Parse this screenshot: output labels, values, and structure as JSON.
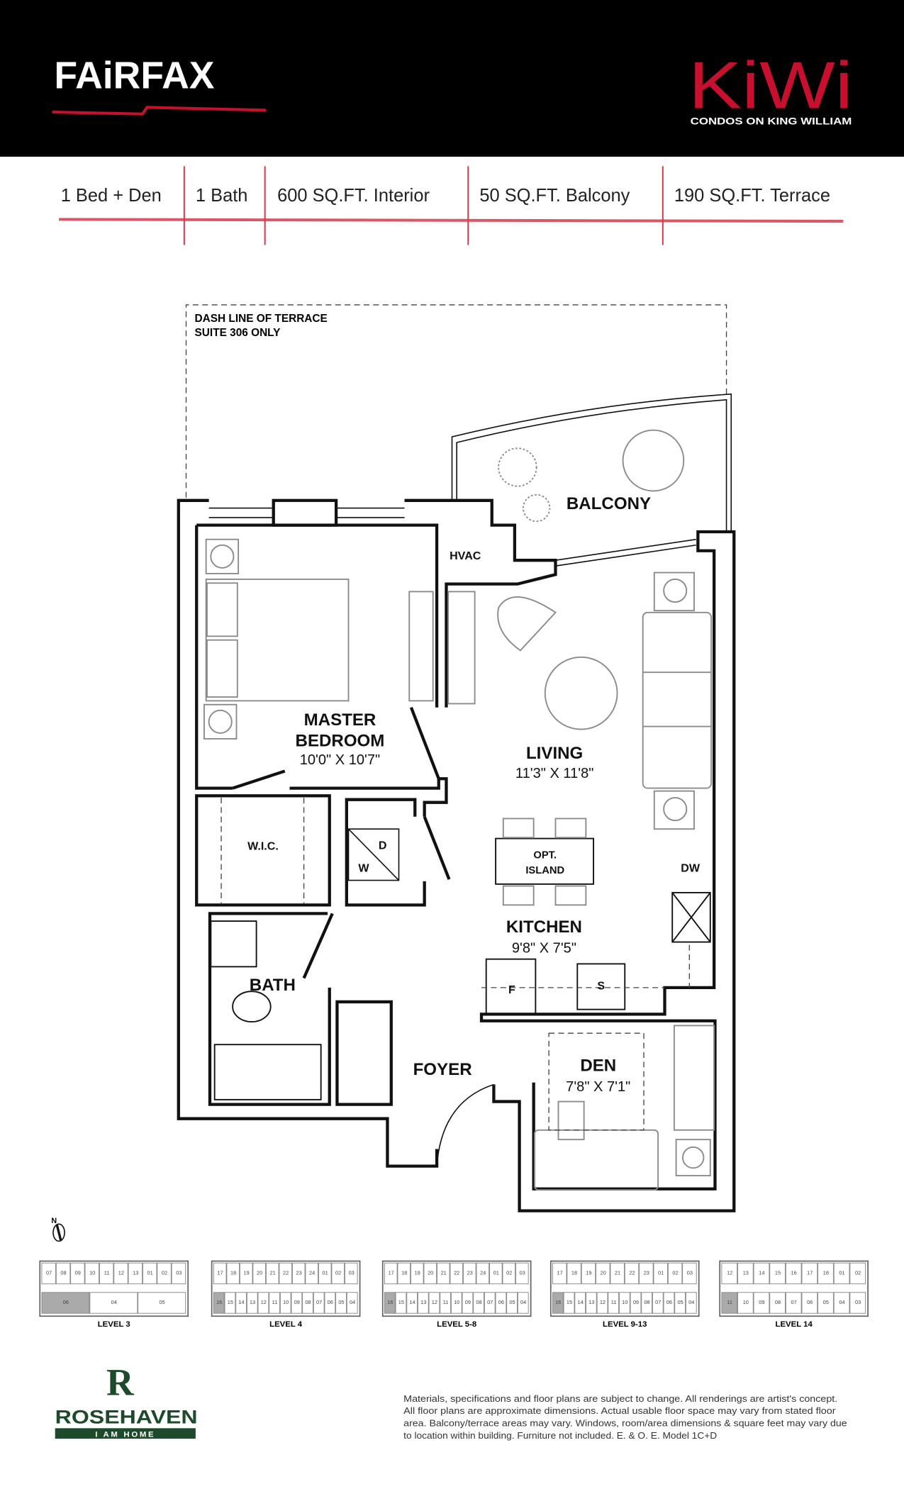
{
  "header": {
    "model_name": "FAiRFAX",
    "brand_logo": "KiWi",
    "brand_tagline": "CONDOS ON KING WILLIAM",
    "accent_color": "#c8102e"
  },
  "specs": [
    "1 Bed + Den",
    "1 Bath",
    "600 SQ.FT. Interior",
    "50 SQ.FT. Balcony",
    "190 SQ.FT. Terrace"
  ],
  "plan": {
    "terrace_note_1": "DASH LINE OF TERRACE",
    "terrace_note_2": "SUITE 306 ONLY",
    "balcony": "BALCONY",
    "hvac": "HVAC",
    "master_bedroom_1": "MASTER",
    "master_bedroom_2": "BEDROOM",
    "master_bedroom_dim": "10'0\" X 10'7\"",
    "living": "LIVING",
    "living_dim": "11'3\" X 11'8\"",
    "wic": "W.I.C.",
    "washer": "W",
    "dryer": "D",
    "island_1": "OPT.",
    "island_2": "ISLAND",
    "dw": "DW",
    "kitchen": "KITCHEN",
    "kitchen_dim": "9'8\" X 7'5\"",
    "fridge": "F",
    "stove": "S",
    "bath": "BATH",
    "foyer": "FOYER",
    "den": "DEN",
    "den_dim": "7'8\" X 7'1\""
  },
  "compass": {
    "label": "N"
  },
  "key_plans": [
    {
      "label": "LEVEL 3",
      "top": [
        "07",
        "08",
        "09",
        "10",
        "11",
        "12",
        "13",
        "01",
        "02",
        "03"
      ],
      "bottom": [
        "06",
        "04",
        "05"
      ],
      "highlight": "06"
    },
    {
      "label": "LEVEL 4",
      "top": [
        "17",
        "18",
        "19",
        "20",
        "21",
        "22",
        "23",
        "24",
        "01",
        "02",
        "03"
      ],
      "bottom": [
        "16",
        "15",
        "14",
        "13",
        "12",
        "11",
        "10",
        "09",
        "08",
        "07",
        "06",
        "05",
        "04"
      ],
      "highlight": "16"
    },
    {
      "label": "LEVEL 5-8",
      "top": [
        "17",
        "18",
        "19",
        "20",
        "21",
        "22",
        "23",
        "24",
        "01",
        "02",
        "03"
      ],
      "bottom": [
        "16",
        "15",
        "14",
        "13",
        "12",
        "11",
        "10",
        "09",
        "08",
        "07",
        "06",
        "05",
        "04"
      ],
      "highlight": "16"
    },
    {
      "label": "LEVEL 9-13",
      "top": [
        "17",
        "18",
        "19",
        "20",
        "21",
        "22",
        "23",
        "01",
        "02",
        "03"
      ],
      "bottom": [
        "16",
        "15",
        "14",
        "13",
        "12",
        "11",
        "10",
        "09",
        "08",
        "07",
        "06",
        "05",
        "04"
      ],
      "highlight": "16"
    },
    {
      "label": "LEVEL 14",
      "top": [
        "12",
        "13",
        "14",
        "15",
        "16",
        "17",
        "18",
        "01",
        "02"
      ],
      "bottom": [
        "11",
        "10",
        "09",
        "08",
        "07",
        "06",
        "05",
        "04",
        "03"
      ],
      "highlight": "11"
    }
  ],
  "footer": {
    "developer_logo": "ROSEHAVEN",
    "developer_tagline": "I AM HOME",
    "disclaimer_lines": [
      "Materials, specifications and floor plans are subject to change. All renderings are artist's concept.",
      "All floor plans are approximate dimensions. Actual usable floor space may vary from stated floor",
      "area. Balcony/terrace areas may vary. Windows, room/area dimensions & square feet may vary due",
      "to location within building. Furniture not included. E. & O. E. Model 1C+D"
    ],
    "brand_green": "#1d4a2a"
  }
}
